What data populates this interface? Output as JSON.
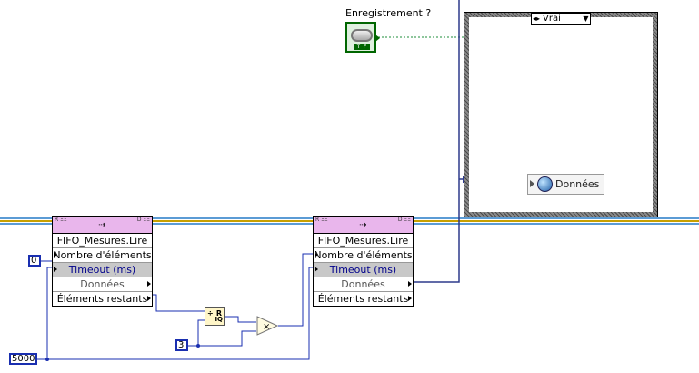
{
  "boolean_control": {
    "label": "Enregistrement ?",
    "glyph": "T F"
  },
  "case_structure": {
    "selector_value": "Vrai",
    "prev_glyph": "◂▸",
    "drop_glyph": "▼"
  },
  "data_indicator": {
    "label": "Données",
    "icon": "globe-icon"
  },
  "fifo_nodes": [
    {
      "title": "FIFO_Mesures.Lire",
      "rows": [
        "Nombre d'éléments",
        "Timeout (ms)",
        "Données",
        "Éléments restants"
      ]
    },
    {
      "title": "FIFO_Mesures.Lire",
      "rows": [
        "Nombre d'éléments",
        "Timeout (ms)",
        "Données",
        "Éléments restants"
      ]
    }
  ],
  "constants": {
    "zero": "0",
    "three": "3",
    "five_thousand": "5000"
  },
  "quotient_node": {
    "q": "÷",
    "r": "R",
    "iq": "IQ"
  },
  "multiply_node": {
    "symbol": "×"
  },
  "node_pins": {
    "left": "R ΞΞ",
    "right": "D ΞΞ",
    "flow": "⇢"
  },
  "colors": {
    "wire_numeric": "#1a2fb0",
    "wire_fifo": "#2d3a8c",
    "wire_bool": "#1e8c3a",
    "node_header": "#e9b6ec",
    "case_border": "#8a8a8a"
  }
}
